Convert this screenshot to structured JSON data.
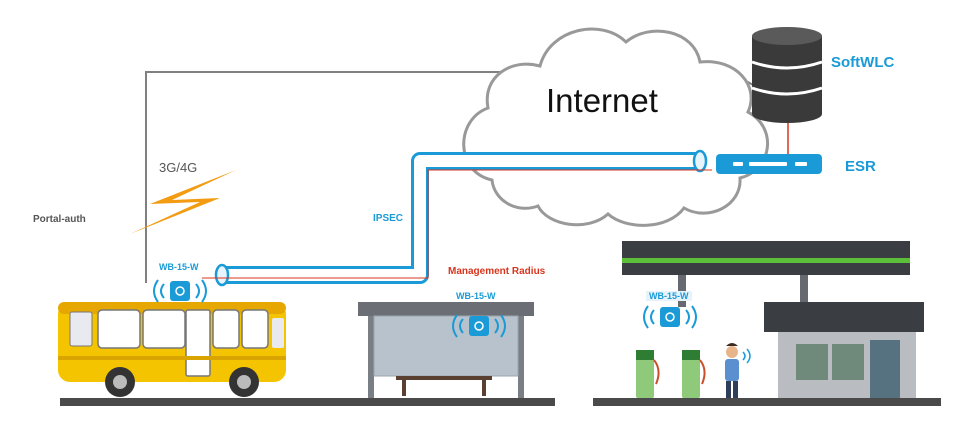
{
  "labels": {
    "internet": "Internet",
    "softwlc": "SoftWLC",
    "esr": "ESR",
    "cellular": "3G/4G",
    "portal_auth": "Portal-auth",
    "ipsec": "IPSEC",
    "management_radius": "Management Radius",
    "ap_bus": "WB-15-W",
    "ap_stop": "WB-15-W",
    "ap_station": "WB-15-W"
  },
  "colors": {
    "accent_blue": "#1a9bd7",
    "management_red": "#d9341d",
    "portal_gray": "#808080",
    "lightning_orange": "#f39c12",
    "bus_yellow": "#f5c400",
    "station_green": "#2e7d32"
  },
  "icons": [
    "cloud-icon",
    "database-icon",
    "router-icon",
    "lightning-icon",
    "wifi-access-point-icon",
    "bus-icon",
    "bus-stop-icon",
    "gas-station-icon",
    "person-icon"
  ]
}
